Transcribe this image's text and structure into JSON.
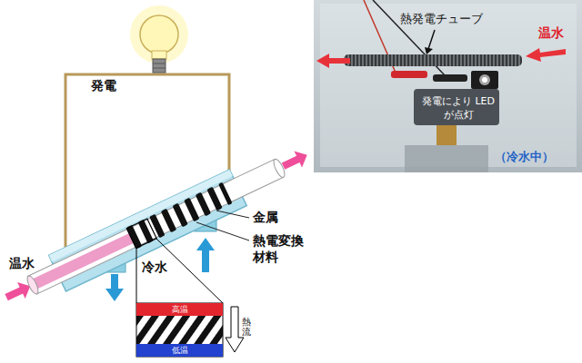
{
  "diagram": {
    "nodes": [
      {
        "text": [
          "高温"
        ]
      },
      {
        "text": [
          "低温"
        ]
      }
    ],
    "labels": [
      "発電",
      "温水",
      "冷水",
      "金属",
      "熱電変換 材料",
      "熱流",
      "熱発電チューブ",
      "温水",
      "発電により LEDが点灯",
      "（冷水中）"
    ]
  }
}
